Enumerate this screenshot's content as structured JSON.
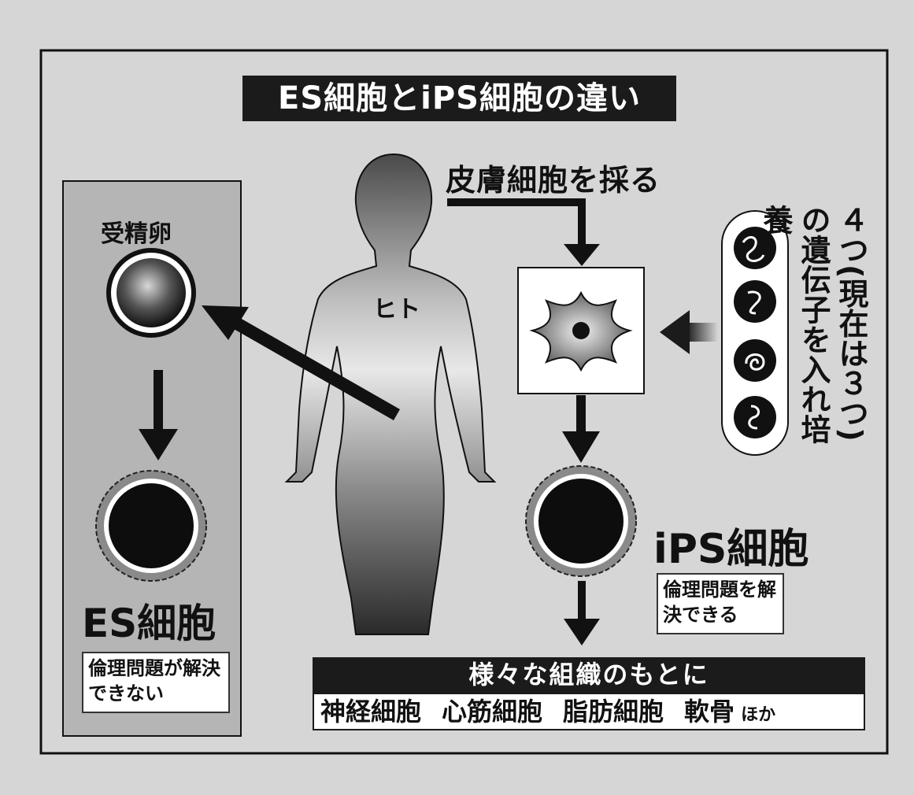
{
  "title": "ES細胞とiPS細胞の違い",
  "labels": {
    "skin_cells": "皮膚細胞を採る",
    "fertilized_egg": "受精卵",
    "human": "ヒト",
    "genes_note": "４つ(現在は３つ)の遺伝子を入れ培養",
    "es_cell": "ES細胞",
    "es_note": "倫理問題が解決できない",
    "ips_cell": "iPS細胞",
    "ips_note": "倫理問題を解決できる"
  },
  "tissues": {
    "header": "様々な組織のもとに",
    "items": [
      "神経細胞",
      "心筋細胞",
      "脂肪細胞",
      "軟骨"
    ],
    "etc": "ほか"
  },
  "colors": {
    "background": "#d6d6d6",
    "dark": "#1b1b1b",
    "panel": "#b5b5b5",
    "white": "#ffffff"
  },
  "icons": [
    "human-silhouette-icon",
    "fertilized-egg-icon",
    "es-cell-icon",
    "skin-cell-icon",
    "gene-icon",
    "ips-cell-icon",
    "arrow-icon"
  ]
}
